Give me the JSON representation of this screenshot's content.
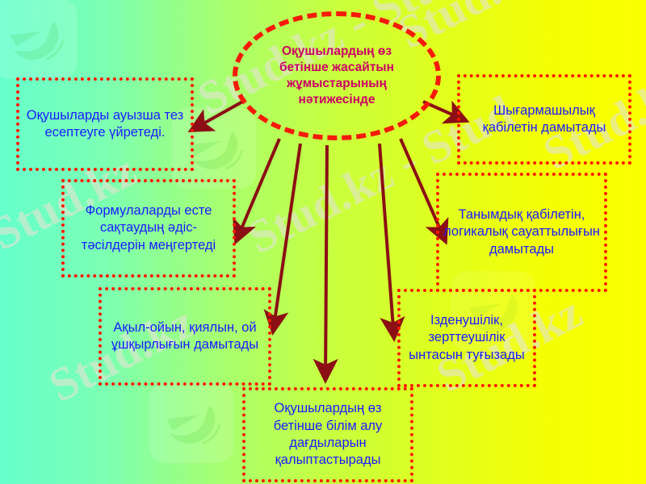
{
  "diagram": {
    "title": "Оқушылардың өз бетінше жасайтын жұмыстарының нәтижесінде",
    "center": {
      "label": "Оқушылардың өз бетінше жасайтын жұмыстарының нәтижесінде",
      "text_color": "#cc0066",
      "border_color": "#f51a0a",
      "shape": "dashed-ellipse"
    },
    "node_style": {
      "text_color": "#1a1aff",
      "border_color": "#ff1a00",
      "border_style": "dotted"
    },
    "background": {
      "from": "#66ffcc",
      "mid": "#c9ff3d",
      "to": "#fbff00",
      "direction": "left-to-right"
    },
    "arrow_color": "#8b0f14",
    "nodes": [
      {
        "id": "oral",
        "label": "Оқушыларды ауызша тез есептеуге үйретеді."
      },
      {
        "id": "creative",
        "label": "Шығармашылық қабілетін дамытады"
      },
      {
        "id": "formula",
        "label": "Формулаларды есте сақтаудың әдіс-тәсілдерін меңгертеді"
      },
      {
        "id": "cognitive",
        "label": "Танымдық қабілетін, логикалық сауаттылығын дамытады"
      },
      {
        "id": "mind",
        "label": "Ақыл-ойын, қиялын, ой ұшқырлығын дамытады"
      },
      {
        "id": "research",
        "label": "Ізденушілік, зерттеушілік ынтасын туғызады"
      },
      {
        "id": "selfstudy",
        "label": "Оқушылардың өз бетінше білім алу дағдыларын қалыптастырады"
      }
    ]
  },
  "watermarks": {
    "text_1": "Stud.kz",
    "text_2": "Stud.kz",
    "text_3": "Stud.kz - Stud",
    "text_4": "Stud.kz - Stud",
    "text_5": "Stud.kz",
    "text_6": "Stud.kz",
    "text_7": "Stud.kz",
    "logo_name": "hummingbird-logo"
  }
}
